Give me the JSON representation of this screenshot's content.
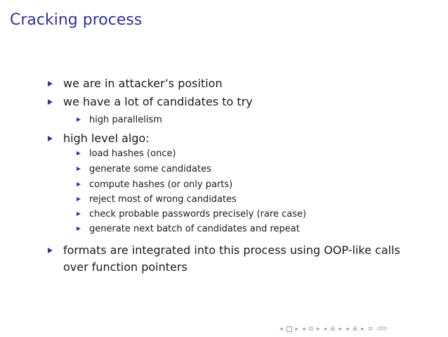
{
  "slide": {
    "title": "Cracking process",
    "bullets": [
      {
        "text": "we are in attacker’s position"
      },
      {
        "text": "we have a lot of candidates to try",
        "sub": [
          "high parallelism"
        ]
      },
      {
        "text": "high level algo:",
        "sub": [
          "load hashes (once)",
          "generate some candidates",
          "compute hashes (or only parts)",
          "reject most of wrong candidates",
          "check probable passwords precisely (rare case)",
          "generate next batch of candidates and repeat"
        ]
      },
      {
        "text_line1": "formats are integrated into this process using OOP-like calls",
        "text_line2": "over function pointers"
      }
    ]
  },
  "nav": {
    "icons": [
      "nav-left-icon",
      "nav-frame-icon",
      "nav-right-icon",
      "nav-left-icon",
      "nav-subsection-icon",
      "nav-right-icon",
      "nav-left-icon",
      "nav-section-icon",
      "nav-right-icon",
      "nav-left-icon",
      "nav-section-icon",
      "nav-right-icon",
      "nav-align-icon",
      "nav-search-icon"
    ],
    "color": "#9a9ac4"
  }
}
